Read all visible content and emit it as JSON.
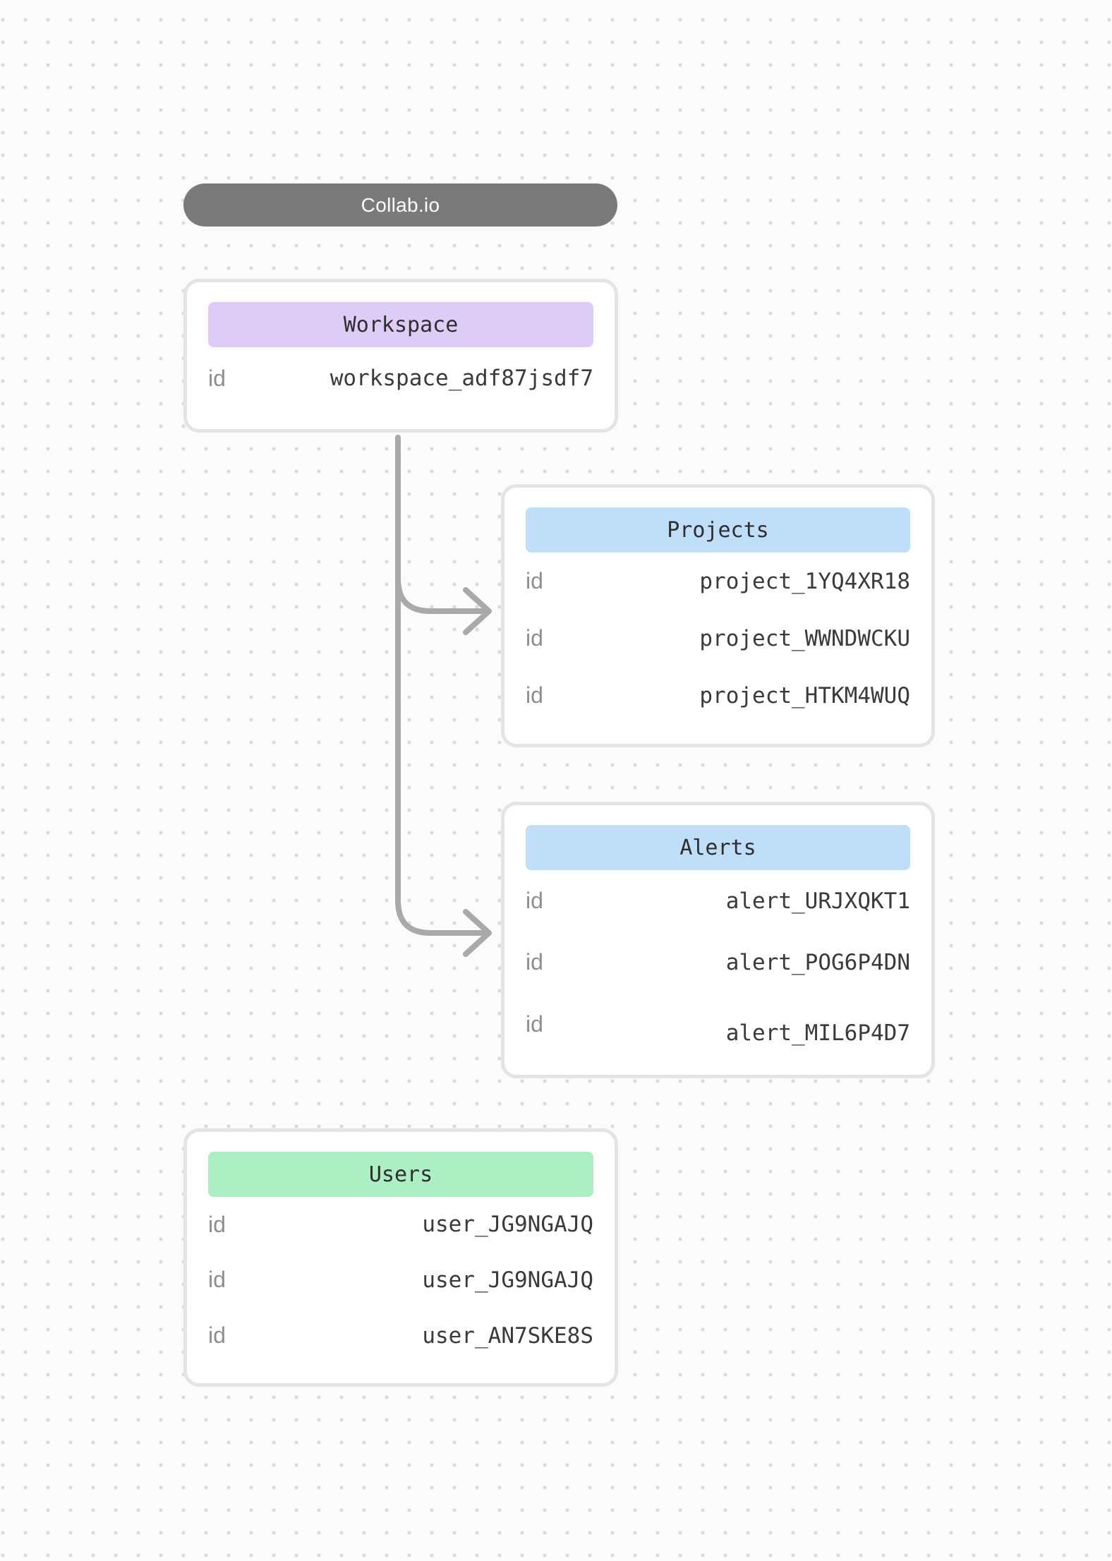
{
  "app": {
    "title": "Collab.io"
  },
  "colors": {
    "background": "#fbfbfb",
    "dot_grid": "#dcdcdc",
    "title_pill": "#7a7a7a",
    "card_border": "#e4e4e4",
    "header_purple": "#ddcdf6",
    "header_blue": "#bedff7",
    "header_green": "#abefc2",
    "connector": "#a9a9a9",
    "label_gray": "#8e8e8e",
    "value_dark": "#3a3a3a"
  },
  "cards": [
    {
      "id": "workspace",
      "title": "Workspace",
      "header_color": "#ddcdf6",
      "rows": [
        {
          "label": "id",
          "value": "workspace_adf87jsdf7"
        }
      ]
    },
    {
      "id": "projects",
      "title": "Projects",
      "header_color": "#bedff7",
      "rows": [
        {
          "label": "id",
          "value": "project_1YQ4XR18"
        },
        {
          "label": "id",
          "value": "project_WWNDWCKU"
        },
        {
          "label": "id",
          "value": "project_HTKM4WUQ"
        }
      ]
    },
    {
      "id": "alerts",
      "title": "Alerts",
      "header_color": "#bedff7",
      "rows": [
        {
          "label": "id",
          "value": "alert_URJXQKT1"
        },
        {
          "label": "id",
          "value": "alert_POG6P4DN"
        },
        {
          "label": "id",
          "value": "alert_MIL6P4D7"
        }
      ]
    },
    {
      "id": "users",
      "title": "Users",
      "header_color": "#abefc2",
      "rows": [
        {
          "label": "id",
          "value": "user_JG9NGAJQ"
        },
        {
          "label": "id",
          "value": "user_JG9NGAJQ"
        },
        {
          "label": "id",
          "value": "user_AN7SKE8S"
        }
      ]
    }
  ],
  "connections": [
    {
      "from": "workspace",
      "to": "projects"
    },
    {
      "from": "workspace",
      "to": "alerts"
    }
  ]
}
